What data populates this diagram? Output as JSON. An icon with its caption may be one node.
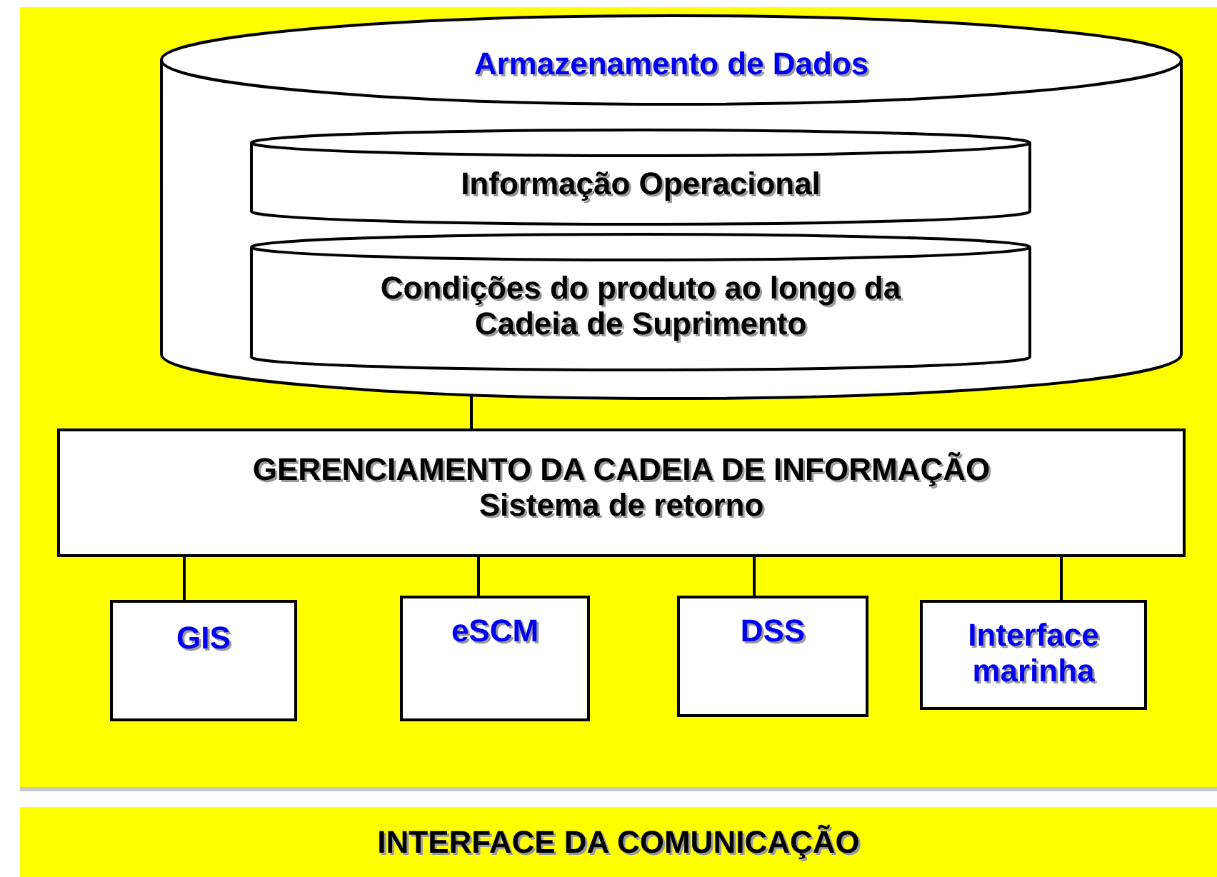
{
  "diagram": {
    "nodes": [
      {
        "text": [
          "Armazenamento de Dados"
        ]
      },
      {
        "text": [
          "Informação Operacional"
        ],
        "in": 0
      },
      {
        "text": [
          "Condições do produto ao longo da Cadeia de Suprimento"
        ],
        "in": 0
      },
      {
        "text": [
          "GERENCIAMENTO DA CADEIA DE INFORMAÇÃO",
          "Sistema de retorno"
        ]
      },
      {
        "text": [
          "GIS"
        ]
      },
      {
        "text": [
          "eSCM"
        ]
      },
      {
        "text": [
          "DSS"
        ]
      },
      {
        "text": [
          "Interface marinha"
        ]
      },
      {
        "text": [
          "INTERFACE DA COMUNICAÇÃO"
        ]
      }
    ],
    "edges": [
      {
        "from": 2,
        "to": 3,
        "arrow": "none"
      },
      {
        "from": 3,
        "to": 4,
        "arrow": "none"
      },
      {
        "from": 3,
        "to": 5,
        "arrow": "none"
      },
      {
        "from": 3,
        "to": 6,
        "arrow": "none"
      },
      {
        "from": 3,
        "to": 7,
        "arrow": "none"
      }
    ]
  }
}
